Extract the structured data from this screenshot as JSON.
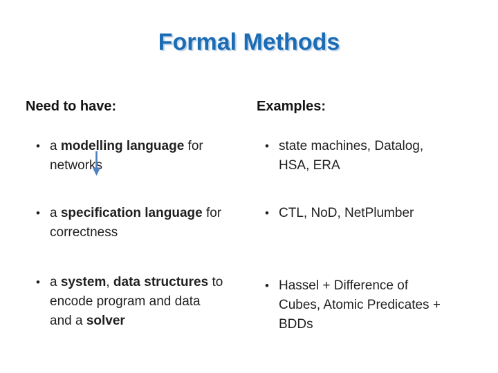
{
  "slide": {
    "title": "Formal Methods",
    "bullet_char": "•",
    "colors": {
      "title_blue": "#1b6cb4",
      "title_shadow": "#bdd1e6",
      "arrow_blue": "#4f81bd",
      "body_text": "#1f1f1f",
      "background": "#ffffff"
    },
    "annotations": {
      "down_arrow": "small blue down-arrow over the word networks"
    },
    "left": {
      "heading": "Need to have:",
      "bullets": [
        {
          "lines": [
            [
              {
                "text": "a ",
                "bold": false
              },
              {
                "text": "modelling language",
                "bold": true
              },
              {
                "text": " for",
                "bold": false
              }
            ],
            [
              {
                "text": "networks",
                "bold": false
              }
            ]
          ]
        },
        {
          "lines": [
            [
              {
                "text": "a ",
                "bold": false
              },
              {
                "text": "specification language",
                "bold": true
              },
              {
                "text": " for",
                "bold": false
              }
            ],
            [
              {
                "text": "correctness",
                "bold": false
              }
            ]
          ]
        },
        {
          "lines": [
            [
              {
                "text": "a ",
                "bold": false
              },
              {
                "text": "system",
                "bold": true
              },
              {
                "text": ", ",
                "bold": false
              },
              {
                "text": "data structures",
                "bold": true
              },
              {
                "text": " to",
                "bold": false
              }
            ],
            [
              {
                "text": "encode program and data",
                "bold": false
              }
            ],
            [
              {
                "text": "and a ",
                "bold": false
              },
              {
                "text": "solver",
                "bold": true
              }
            ]
          ]
        }
      ]
    },
    "right": {
      "heading": "Examples:",
      "bullets": [
        {
          "lines": [
            [
              {
                "text": "state machines, Datalog,",
                "bold": false
              }
            ],
            [
              {
                "text": "HSA, ERA",
                "bold": false
              }
            ]
          ]
        },
        {
          "lines": [
            [
              {
                "text": "CTL, NoD, NetPlumber",
                "bold": false
              }
            ]
          ]
        },
        {
          "lines": [
            [
              {
                "text": "Hassel + Difference of",
                "bold": false
              }
            ],
            [
              {
                "text": "Cubes, Atomic Predicates +",
                "bold": false
              }
            ],
            [
              {
                "text": "BDDs",
                "bold": false
              }
            ]
          ]
        }
      ]
    }
  }
}
